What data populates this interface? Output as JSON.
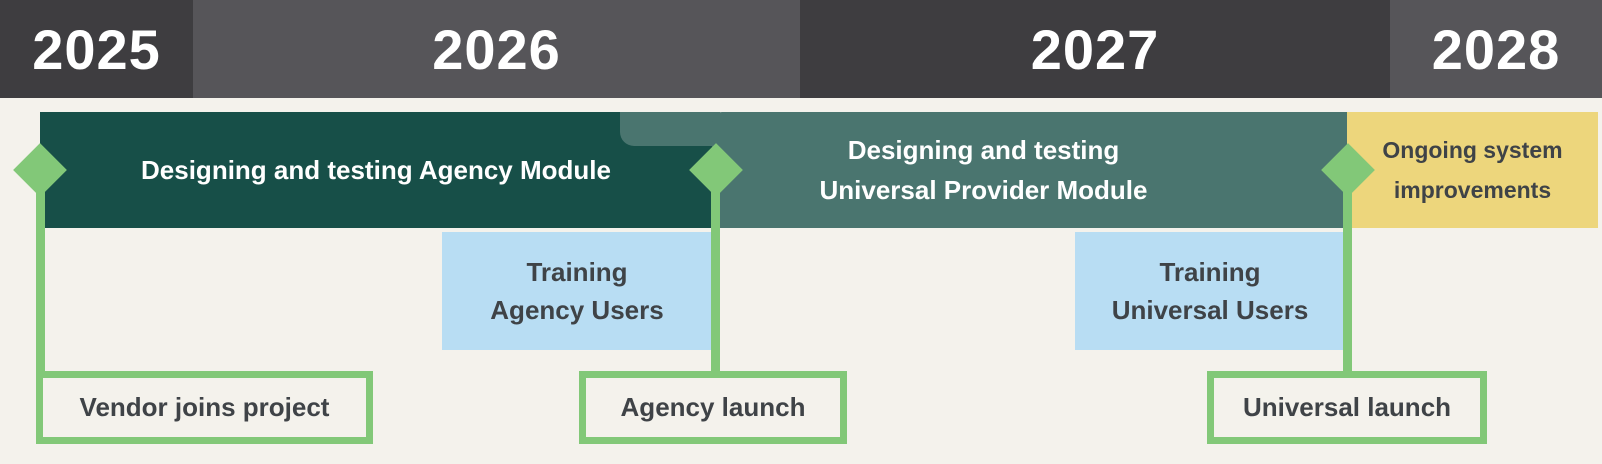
{
  "colors": {
    "background": "#f4f2ec",
    "year_band_dark": "#3e3d40",
    "year_band_light": "#565559",
    "phase_agency_teal": "#174f48",
    "phase_universal_teal": "#4a756f",
    "phase_ongoing_yellow": "#edd67c",
    "training_blue": "#b8ddf3",
    "milestone_green": "#82c878",
    "text_dark": "#3f4347",
    "text_white": "#ffffff"
  },
  "years": [
    {
      "label": "2025"
    },
    {
      "label": "2026"
    },
    {
      "label": "2027"
    },
    {
      "label": "2028"
    }
  ],
  "phases": [
    {
      "name": "agency-module",
      "label": "Designing and testing Agency Module"
    },
    {
      "name": "universal-provider-module",
      "label_line1": "Designing and testing",
      "label_line2": "Universal Provider Module"
    },
    {
      "name": "ongoing-improvements",
      "label_line1": "Ongoing system",
      "label_line2": "improvements"
    }
  ],
  "trainings": [
    {
      "name": "agency-users",
      "label_line1": "Training",
      "label_line2": "Agency Users"
    },
    {
      "name": "universal-users",
      "label_line1": "Training",
      "label_line2": "Universal Users"
    }
  ],
  "milestones": [
    {
      "name": "vendor-joins",
      "label": "Vendor joins project"
    },
    {
      "name": "agency-launch",
      "label": "Agency launch"
    },
    {
      "name": "universal-launch",
      "label": "Universal launch"
    }
  ]
}
